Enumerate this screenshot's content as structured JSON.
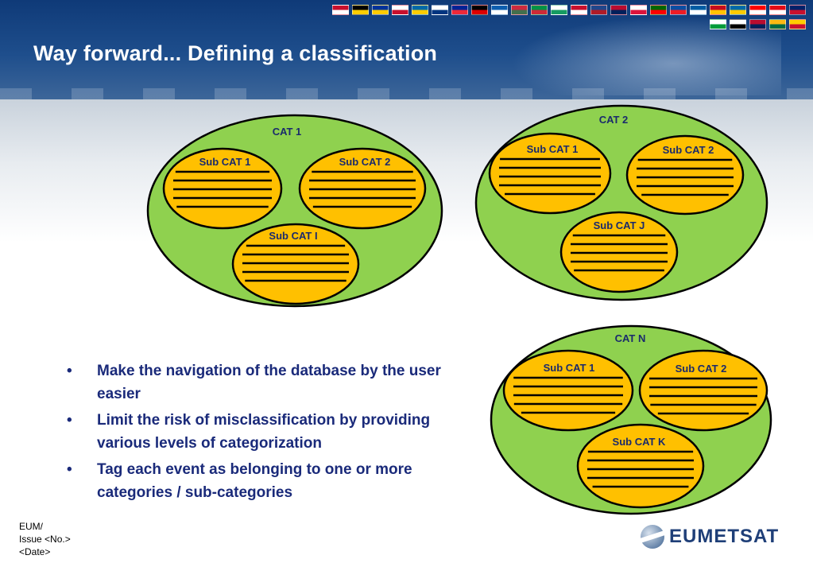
{
  "slide": {
    "title": "Way forward... Defining a classification"
  },
  "categories": [
    {
      "label": "CAT 1",
      "subcategories": [
        {
          "label": "Sub CAT 1",
          "lines": 5
        },
        {
          "label": "Sub CAT 2",
          "lines": 5
        },
        {
          "label": "Sub CAT I",
          "lines": 5
        }
      ]
    },
    {
      "label": "CAT 2",
      "subcategories": [
        {
          "label": "Sub CAT 1",
          "lines": 5
        },
        {
          "label": "Sub CAT 2",
          "lines": 5
        },
        {
          "label": "Sub CAT J",
          "lines": 5
        }
      ]
    },
    {
      "label": "CAT N",
      "subcategories": [
        {
          "label": "Sub CAT 1",
          "lines": 5
        },
        {
          "label": "Sub CAT 2",
          "lines": 5
        },
        {
          "label": "Sub CAT K",
          "lines": 5
        }
      ]
    }
  ],
  "bullets": [
    "Make the navigation of the database by the user easier",
    "Limit the risk of misclassification by providing various levels of categorization",
    "Tag each event as belonging to one or more categories / sub-categories"
  ],
  "footer": {
    "line1": "EUM/",
    "line2": "Issue <No.>",
    "line3": "<Date>"
  },
  "logo": {
    "text": "EUMETSAT"
  },
  "colors": {
    "header": "#1e4e8c",
    "category_fill": "#8fd14f",
    "subcategory_fill": "#ffc000",
    "label_text": "#1a2a6c",
    "bullet_text": "#1a2a7a"
  }
}
